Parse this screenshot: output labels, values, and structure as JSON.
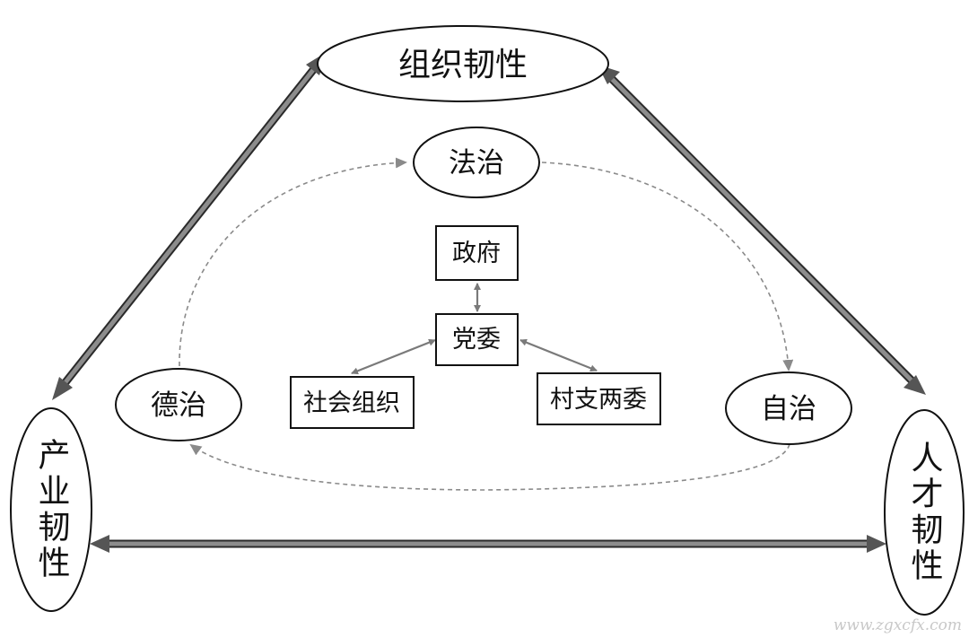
{
  "nodes": {
    "organization": "组织韧性",
    "industry": "产业韧性",
    "talent": "人才韧性",
    "rule_of_law": "法治",
    "rule_of_virtue": "德治",
    "self_governance": "自治",
    "government": "政府",
    "party_committee": "党委",
    "social_organizations": "社会组织",
    "village_committees": "村支两委"
  },
  "watermark": "www.zgxcfx.com",
  "colors": {
    "line": "#7a7a7a",
    "dashed": "#8a8a8a",
    "stroke": "#111111"
  }
}
